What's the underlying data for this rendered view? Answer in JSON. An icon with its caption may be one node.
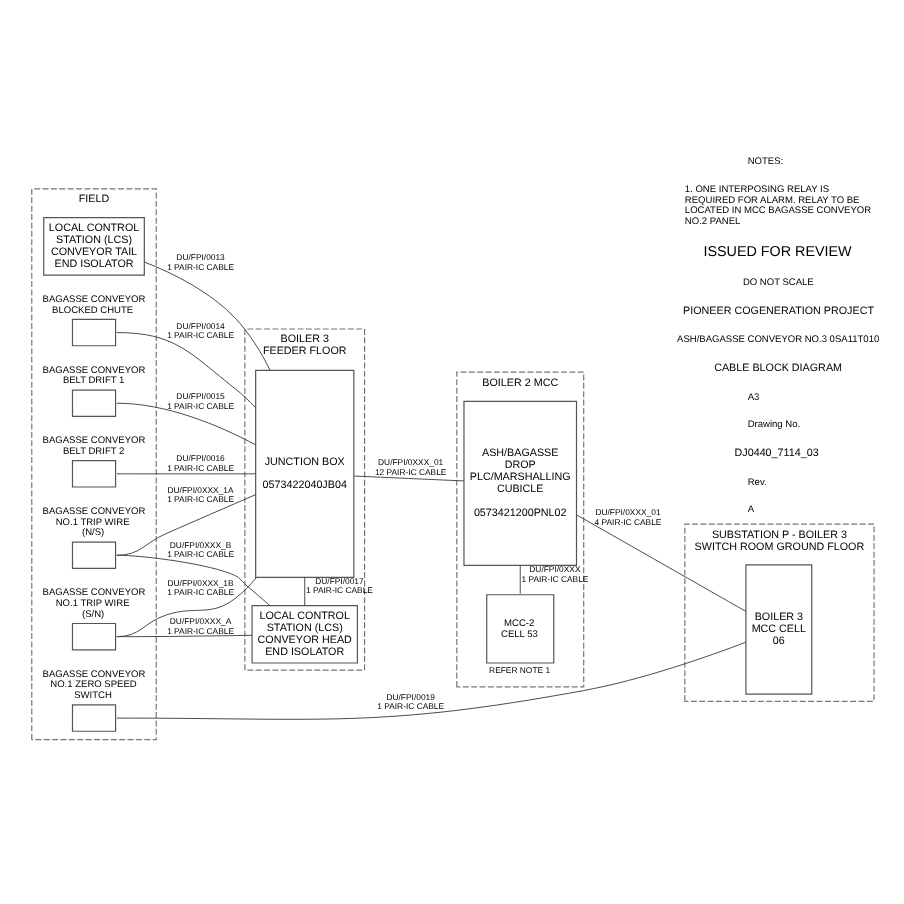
{
  "diagram": {
    "nodes": [
      {
        "text": [
          "FIELD"
        ]
      },
      {
        "text": [
          "BOILER 3 FEEDER FLOOR"
        ]
      },
      {
        "text": [
          "BOILER 2 MCC"
        ]
      },
      {
        "text": [
          "SUBSTATION P - BOILER 3 SWITCH ROOM GROUND FLOOR"
        ]
      },
      {
        "text": [
          "LOCAL CONTROL STATION (LCS) CONVEYOR TAIL END ISOLATOR"
        ],
        "in": 0
      },
      {
        "text": [
          "JUNCTION BOX",
          "0573422040JB04"
        ],
        "in": 1
      },
      {
        "text": [
          "ASH/BAGASSE DROP PLC/MARSHALLING CUBICLE",
          "0573421200PNL02"
        ],
        "in": 2
      },
      {
        "text": [
          "BOILER 3 MCC CELL 06"
        ],
        "in": 3
      },
      {
        "text": [
          "BAGASSE CONVEYOR BLOCKED CHUTE"
        ],
        "in": 0
      },
      {
        "text": [
          "BAGASSE CONVEYOR BELT DRIFT 1"
        ],
        "in": 0
      },
      {
        "text": [
          "BAGASSE CONVEYOR BELT DRIFT 2"
        ],
        "in": 0
      },
      {
        "text": [
          "BAGASSE CONVEYOR NO.1 TRIP WIRE (N/S)"
        ],
        "in": 0
      },
      {
        "text": [
          "BAGASSE CONVEYOR NO.1 TRIP WIRE (S/N)"
        ],
        "in": 0
      },
      {
        "text": [
          "MCC-2 CELL 53"
        ],
        "beside": [
          "REFER NOTE 1"
        ],
        "in": 2
      },
      {
        "text": [
          "LOCAL CONTROL STATION (LCS) CONVEYOR HEAD END ISOLATOR"
        ],
        "in": 1
      },
      {
        "text": [
          "BAGASSE CONVEYOR NO.1 ZERO SPEED SWITCH"
        ],
        "in": 0
      }
    ],
    "edges": [
      {
        "from": 4,
        "to": 5,
        "arrow": "none",
        "label": "DU/FPI/0013 1 PAIR-IC CABLE"
      },
      {
        "from": 6,
        "to": 7,
        "arrow": "none",
        "label": "DU/FPI/0XXX_01 4 PAIR-IC CABLE"
      },
      {
        "from": 8,
        "to": 5,
        "arrow": "none",
        "label": "DU/FPI/0014 1 PAIR-IC CABLE"
      },
      {
        "from": 9,
        "to": 5,
        "arrow": "none",
        "label": "DU/FPI/0015 1 PAIR-IC CABLE"
      },
      {
        "from": 10,
        "to": 5,
        "arrow": "none",
        "label": "DU/FPI/0016 1 PAIR-IC CABLE"
      },
      {
        "from": 5,
        "to": 6,
        "arrow": "none",
        "label": "DU/FPI/0XXX_01 12 PAIR-IC CABLE"
      },
      {
        "from": 11,
        "to": 5,
        "arrow": "none",
        "label": "DU/FPI/0XXX_1A 1 PAIR-IC CABLE"
      },
      {
        "from": 13,
        "to": 6,
        "arrow": "none",
        "label": "DU/FPI/0XXX 1 PAIR-IC CABLE"
      },
      {
        "from": 12,
        "to": 5,
        "arrow": "none",
        "label": "DU/FPI/0XXX_1B 1 PAIR-IC CABLE"
      },
      {
        "from": 5,
        "to": 14,
        "arrow": "none",
        "label": "DU/FPI/0017 1 PAIR-IC CABLE"
      },
      {
        "from": 12,
        "to": 14,
        "arrow": "none",
        "label": "DU/FPI/0XXX_A 1 PAIR-IC CABLE"
      },
      {
        "from": 11,
        "to": 14,
        "arrow": "none",
        "label": "DU/FPI/0XXX_B 1 PAIR-IC CABLE"
      },
      {
        "from": 15,
        "to": 7,
        "arrow": "none",
        "label": "DU/FPI/0019 1 PAIR-IC CABLE"
      }
    ],
    "labels": [
      "NOTES:",
      "1. ONE INTERPOSING RELAY IS REQUIRED FOR ALARM. RELAY TO BE LOCATED IN MCC BAGASSE CONVEYOR NO.2 PANEL",
      "ISSUED FOR REVIEW",
      "DO NOT SCALE",
      "PIONEER COGENERATION PROJECT",
      "ASH/BAGASSE CONVEYOR NO.3 0SA11T010",
      "CABLE BLOCK DIAGRAM",
      "A3",
      "Drawing No.",
      "DJ0440_7114_03",
      "Rev.",
      "A"
    ]
  }
}
